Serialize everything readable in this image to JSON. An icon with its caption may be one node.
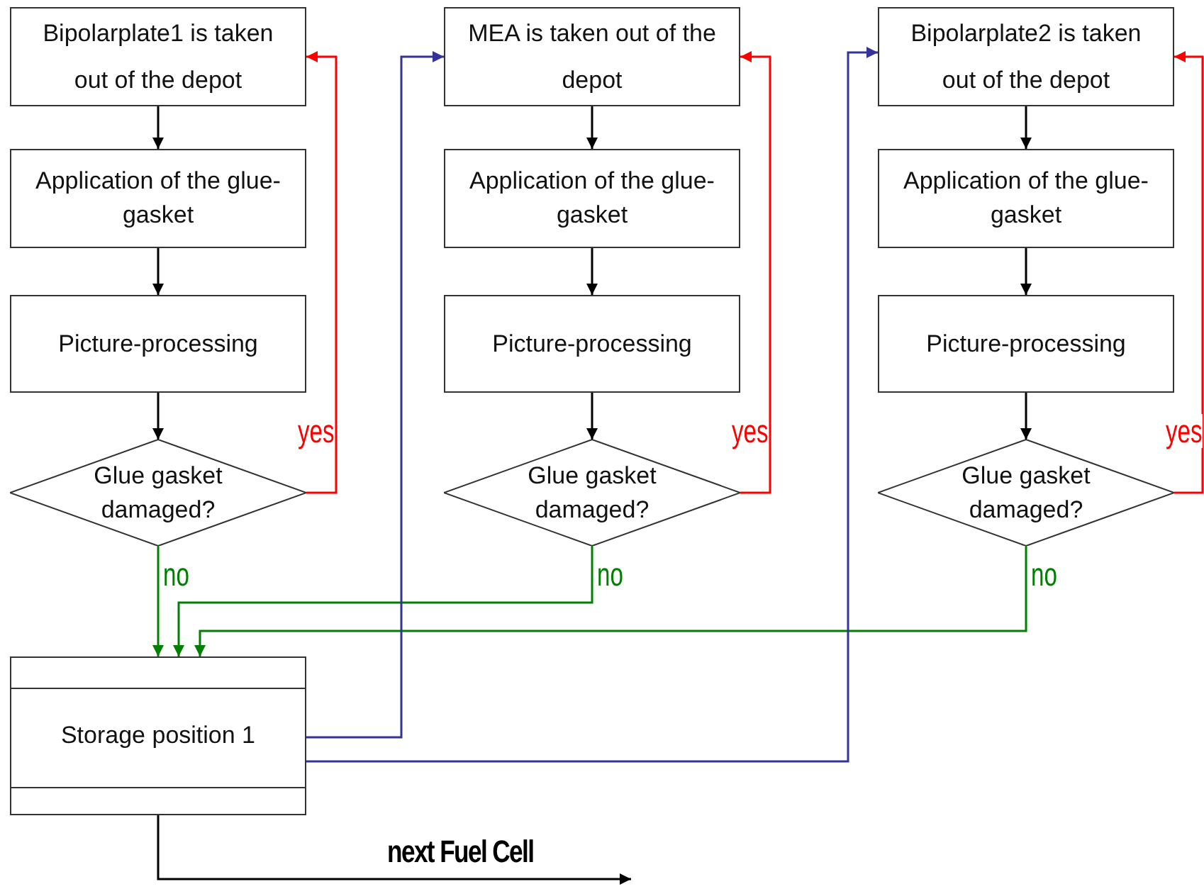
{
  "diagram": {
    "nodes": [
      {
        "text": [
          "Bipolarplate1 is taken out of the depot"
        ]
      },
      {
        "text": [
          "Application of the glue-gasket"
        ]
      },
      {
        "text": [
          "Picture-processing"
        ]
      },
      {
        "text": [
          "Glue gasket damaged?"
        ]
      },
      {
        "text": [
          "MEA is taken out of the depot"
        ]
      },
      {
        "text": [
          "Application of the glue-gasket"
        ]
      },
      {
        "text": [
          "Picture-processing"
        ]
      },
      {
        "text": [
          "Glue gasket damaged?"
        ]
      },
      {
        "text": [
          "Bipolarplate2 is taken out of the depot"
        ]
      },
      {
        "text": [
          "Application of the glue-gasket"
        ]
      },
      {
        "text": [
          "Picture-processing"
        ]
      },
      {
        "text": [
          "Glue gasket damaged?"
        ]
      },
      {
        "text": [
          "Storage position 1"
        ]
      }
    ],
    "edges": [
      {
        "from": 0,
        "to": 1,
        "arrow": "to"
      },
      {
        "from": 1,
        "to": 2,
        "arrow": "to"
      },
      {
        "from": 2,
        "to": 3,
        "arrow": "to"
      },
      {
        "from": 3,
        "to": 0,
        "arrow": "to",
        "label": "yes",
        "color": "#ff0000"
      },
      {
        "from": 4,
        "to": 5,
        "arrow": "to"
      },
      {
        "from": 5,
        "to": 6,
        "arrow": "to"
      },
      {
        "from": 6,
        "to": 7,
        "arrow": "to"
      },
      {
        "from": 7,
        "to": 4,
        "arrow": "to",
        "label": "yes",
        "color": "#ff0000"
      },
      {
        "from": 8,
        "to": 9,
        "arrow": "to"
      },
      {
        "from": 9,
        "to": 10,
        "arrow": "to"
      },
      {
        "from": 10,
        "to": 11,
        "arrow": "to"
      },
      {
        "from": 11,
        "to": 8,
        "arrow": "to",
        "label": "yes",
        "color": "#ff0000"
      },
      {
        "from": 3,
        "to": 12,
        "arrow": "to",
        "label": "no",
        "color": "#008000"
      },
      {
        "from": 7,
        "to": 12,
        "arrow": "to",
        "label": "no",
        "color": "#008000"
      },
      {
        "from": 11,
        "to": 12,
        "arrow": "to",
        "label": "no",
        "color": "#008000"
      },
      {
        "from": 12,
        "to": 4,
        "arrow": "to",
        "color": "#333399"
      },
      {
        "from": 12,
        "to": 8,
        "arrow": "to",
        "color": "#333399"
      },
      {
        "from": 12,
        "to": null,
        "arrow": "to",
        "label": "next Fuel Cell"
      }
    ]
  }
}
